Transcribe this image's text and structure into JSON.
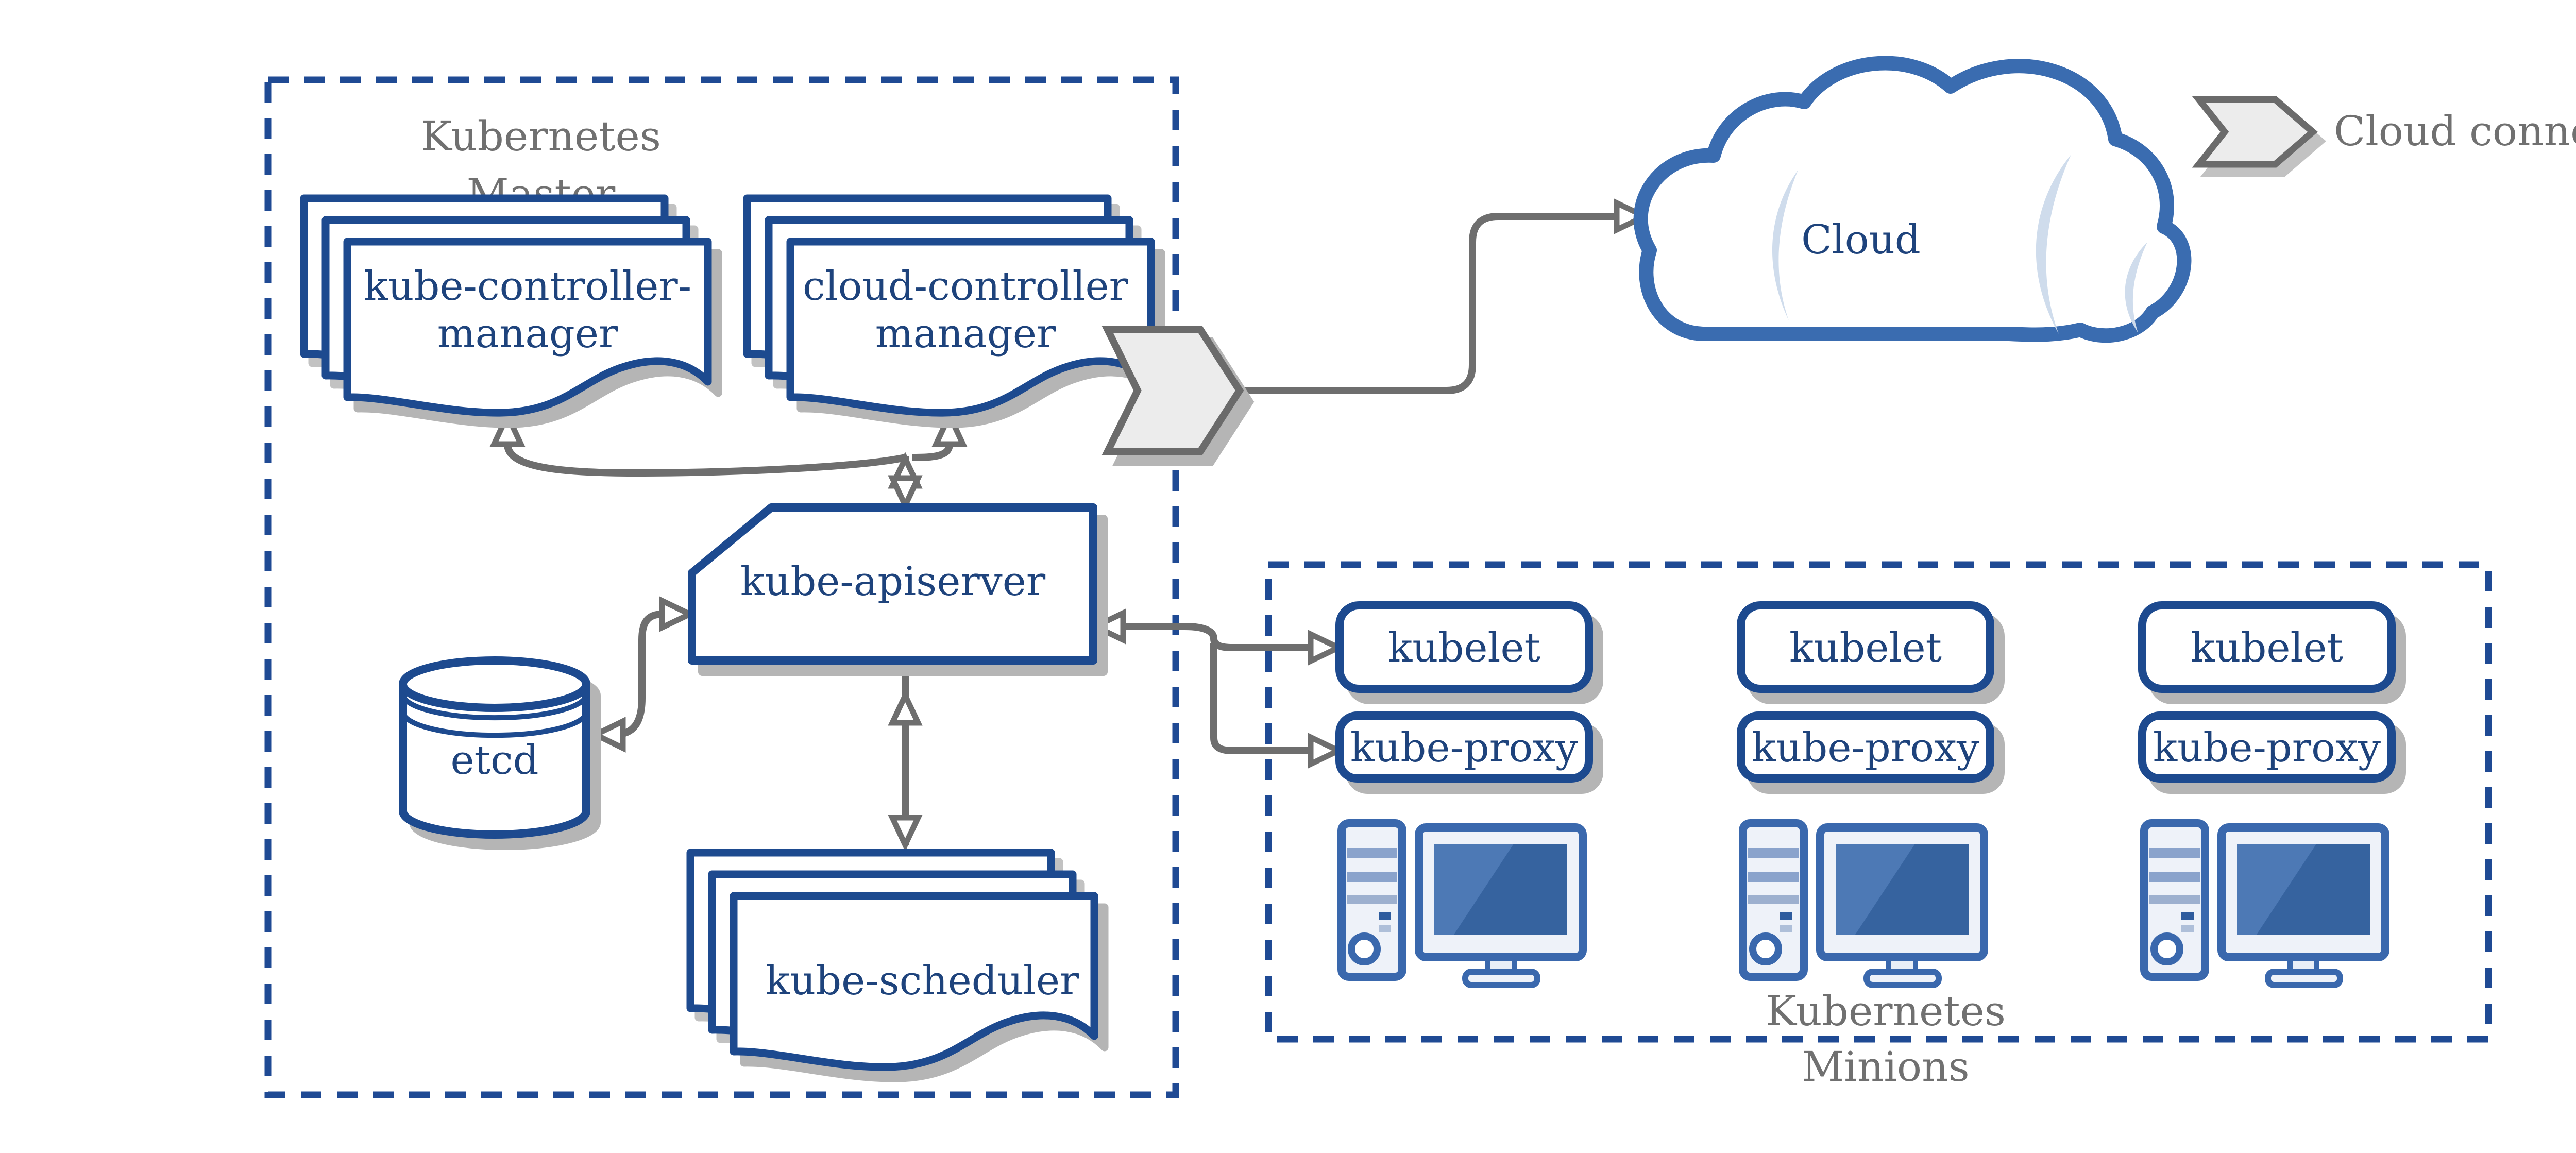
{
  "diagram": {
    "master": {
      "label_line1": "Kubernetes",
      "label_line2": "Master"
    },
    "nodes": {
      "kube_controller_manager": {
        "line1": "kube-controller-",
        "line2": "manager"
      },
      "cloud_controller_manager": {
        "line1": "cloud-controller",
        "line2": "manager"
      },
      "kube_apiserver": {
        "label": "kube-apiserver"
      },
      "etcd": {
        "label": "etcd"
      },
      "kube_scheduler": {
        "label": "kube-scheduler"
      },
      "cloud": {
        "label": "Cloud"
      }
    },
    "minions": {
      "label_line1": "Kubernetes",
      "label_line2": "Minions",
      "kubelet_label": "kubelet",
      "kube_proxy_label": "kube-proxy",
      "node_count": 3
    },
    "legend": {
      "cloud_connector_label": "Cloud connector"
    },
    "colors": {
      "navy_border": "#1d4a8f",
      "navy_text": "#1e437c",
      "dashed_border": "#1f4a94",
      "cloud_blue": "#3a6cb0",
      "cloud_crescent": "#cfdcec",
      "computer_blue": "#3a68ad",
      "screen_blue": "#36639f",
      "connector_gray": "#6e6e6e",
      "shadow_gray": "#b5b5b5",
      "chevron_fill": "#ececec",
      "label_gray": "#707070"
    }
  }
}
